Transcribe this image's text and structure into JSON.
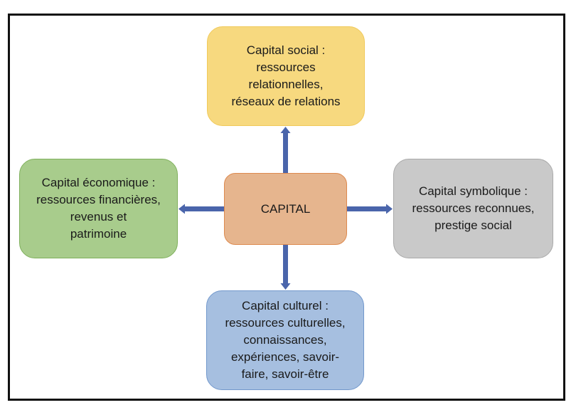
{
  "diagram": {
    "center": {
      "label": "CAPITAL",
      "fill": "#e6b58e",
      "stroke": "#dd8a4f"
    },
    "nodes": [
      {
        "id": "social",
        "title": "Capital social :",
        "text": "Capital social :\nressources\nrelationnelles,\nréseaux de relations",
        "fill": "#f7d97f",
        "stroke": "#f0c95a",
        "direction": "up"
      },
      {
        "id": "economic",
        "title": "Capital économique :",
        "text": "Capital économique :\nressources financières,\nrevenus et\npatrimoine",
        "fill": "#a8cc8c",
        "stroke": "#7fb05c",
        "direction": "left"
      },
      {
        "id": "symbolic",
        "title": "Capital symbolique :",
        "text": "Capital symbolique :\nressources reconnues,\nprestige social",
        "fill": "#c9c9c9",
        "stroke": "#a9a9a9",
        "direction": "right"
      },
      {
        "id": "cultural",
        "title": "Capital culturel :",
        "text": "Capital culturel :\nressources culturelles,\nconnaissances,\nexpériences, savoir-\nfaire, savoir-être",
        "fill": "#a6bfe0",
        "stroke": "#7298cc",
        "direction": "down"
      }
    ],
    "arrow_color": "#4a65ab",
    "frame_color": "#111111"
  }
}
